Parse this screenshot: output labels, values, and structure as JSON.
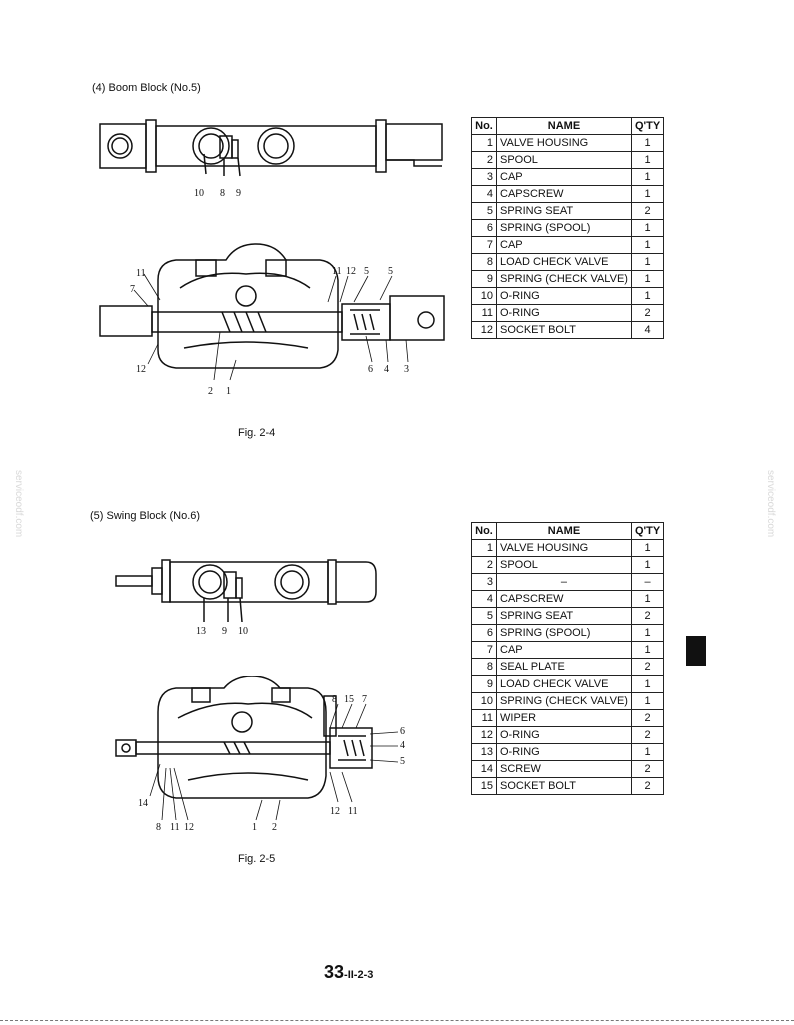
{
  "sections": [
    {
      "heading": "(4)  Boom Block (No.5)",
      "figure_caption": "Fig. 2-4",
      "top_callouts": [
        "10",
        "8",
        "9"
      ],
      "bottom_callouts": [
        "11",
        "7",
        "12",
        "2",
        "1",
        "11",
        "12",
        "5",
        "5",
        "6",
        "4",
        "3"
      ],
      "table": {
        "headers": [
          "No.",
          "NAME",
          "Q'TY"
        ],
        "rows": [
          [
            "1",
            "VALVE HOUSING",
            "1"
          ],
          [
            "2",
            "SPOOL",
            "1"
          ],
          [
            "3",
            "CAP",
            "1"
          ],
          [
            "4",
            "CAPSCREW",
            "1"
          ],
          [
            "5",
            "SPRING SEAT",
            "2"
          ],
          [
            "6",
            "SPRING (SPOOL)",
            "1"
          ],
          [
            "7",
            "CAP",
            "1"
          ],
          [
            "8",
            "LOAD CHECK VALVE",
            "1"
          ],
          [
            "9",
            "SPRING (CHECK VALVE)",
            "1"
          ],
          [
            "10",
            "O-RING",
            "1"
          ],
          [
            "11",
            "O-RING",
            "2"
          ],
          [
            "12",
            "SOCKET BOLT",
            "4"
          ]
        ]
      }
    },
    {
      "heading": "(5)  Swing Block (No.6)",
      "figure_caption": "Fig. 2-5",
      "top_callouts": [
        "13",
        "9",
        "10"
      ],
      "bottom_callouts": [
        "8",
        "15",
        "7",
        "6",
        "4",
        "5",
        "14",
        "8",
        "11",
        "12",
        "1",
        "2",
        "12",
        "11"
      ],
      "table": {
        "headers": [
          "No.",
          "NAME",
          "Q'TY"
        ],
        "rows": [
          [
            "1",
            "VALVE HOUSING",
            "1"
          ],
          [
            "2",
            "SPOOL",
            "1"
          ],
          [
            "3",
            "–",
            "–"
          ],
          [
            "4",
            "CAPSCREW",
            "1"
          ],
          [
            "5",
            "SPRING SEAT",
            "2"
          ],
          [
            "6",
            "SPRING (SPOOL)",
            "1"
          ],
          [
            "7",
            "CAP",
            "1"
          ],
          [
            "8",
            "SEAL PLATE",
            "2"
          ],
          [
            "9",
            "LOAD CHECK VALVE",
            "1"
          ],
          [
            "10",
            "SPRING (CHECK VALVE)",
            "1"
          ],
          [
            "11",
            "WIPER",
            "2"
          ],
          [
            "12",
            "O-RING",
            "2"
          ],
          [
            "13",
            "O-RING",
            "1"
          ],
          [
            "14",
            "SCREW",
            "2"
          ],
          [
            "15",
            "SOCKET BOLT",
            "2"
          ]
        ]
      }
    }
  ],
  "page_number": {
    "main": "33",
    "sub": "-II-2-3"
  },
  "watermark": "serviceodf.com"
}
